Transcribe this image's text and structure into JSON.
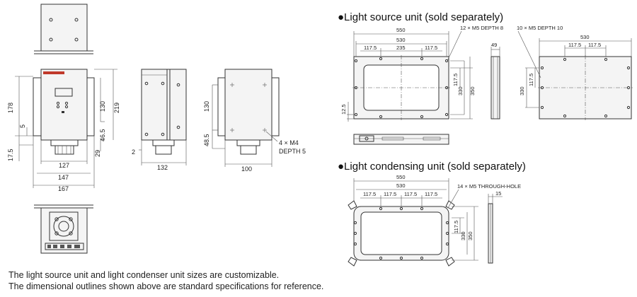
{
  "headings": {
    "light_source": "●Light source unit (sold separately)",
    "light_condensing": "●Light condensing unit (sold separately)"
  },
  "main_unit": {
    "dims": {
      "d178": "178",
      "d5": "5",
      "d17_5": "17.5",
      "d130": "130",
      "d219": "219",
      "d46_5": "46.5",
      "d29": "29",
      "d127": "127",
      "d147": "147",
      "d167": "167",
      "d2": "2",
      "d132": "132",
      "s130": "130",
      "s48_5": "48.5",
      "d100": "100",
      "m4": "4 × M4",
      "depth5": "DEPTH 5"
    }
  },
  "light_source": {
    "d550": "550",
    "d530": "530",
    "d117a": "117.5",
    "d235": "235",
    "d117b": "117.5",
    "m5_depth8": "12 × M5 DEPTH 8",
    "m5_depth10": "10 × M5 DEPTH 10",
    "d49": "49",
    "d117v": "117.5",
    "d330": "330",
    "d350": "350",
    "d12_5": "12.5",
    "r530": "530",
    "r117a": "117.5",
    "r117b": "117.5",
    "r330": "330",
    "r117v": "117.5"
  },
  "light_condensing": {
    "d550": "550",
    "d530": "530",
    "seg1": "117.5",
    "seg2": "117.5",
    "seg3": "117.5",
    "seg4": "117.5",
    "m5_through": "14 × M5 THROUGH-HOLE",
    "d15": "15",
    "d117v": "117.5",
    "d330": "330",
    "d350": "350"
  },
  "notes": {
    "line1": "The light source unit and light condenser unit sizes are customizable.",
    "line2": "The dimensional outlines shown above are standard specifications for reference."
  }
}
